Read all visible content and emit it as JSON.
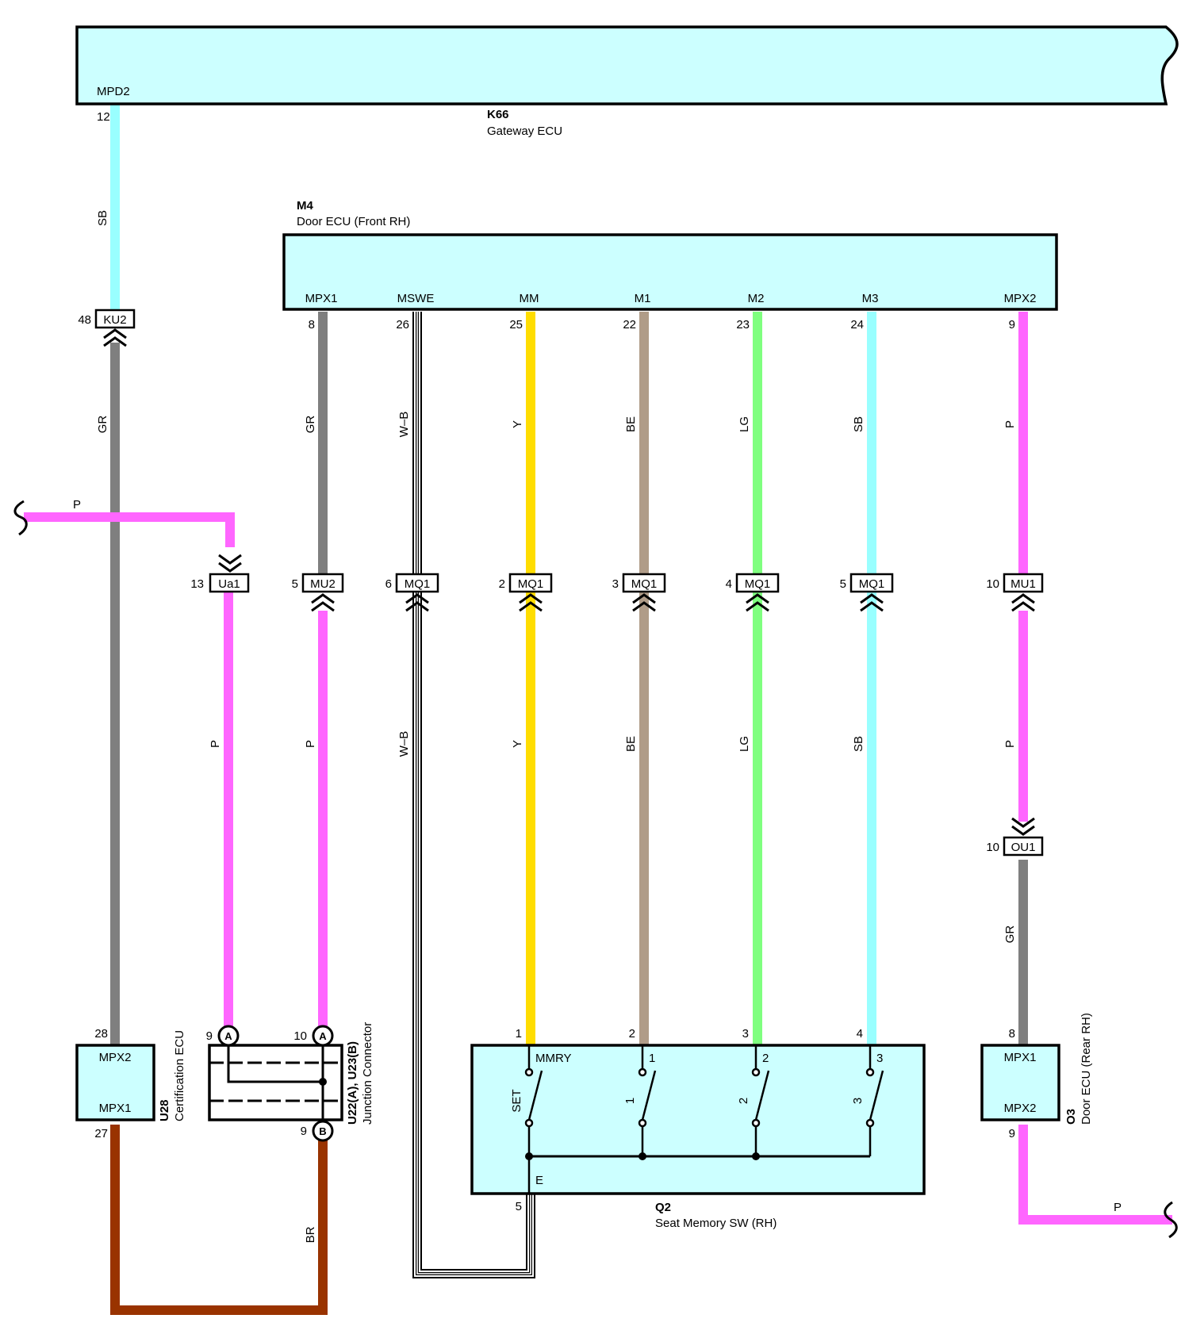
{
  "colors": {
    "SB": "#99ffff",
    "GR": "#7f7f7f",
    "P": "#ff66ff",
    "Y": "#ffdd00",
    "BE": "#b09c88",
    "LG": "#7fff7f",
    "BR": "#993300",
    "W-B": "#ffffff",
    "component_fill": "#ccffff"
  },
  "components": {
    "k66": {
      "code": "K66",
      "name": "Gateway ECU",
      "pin_label": "MPD2",
      "pin_no": "12"
    },
    "m4": {
      "code": "M4",
      "name": "Door ECU (Front RH)",
      "pins": [
        {
          "label": "MPX1",
          "no": "8"
        },
        {
          "label": "MSWE",
          "no": "26"
        },
        {
          "label": "MM",
          "no": "25"
        },
        {
          "label": "M1",
          "no": "22"
        },
        {
          "label": "M2",
          "no": "23"
        },
        {
          "label": "M3",
          "no": "24"
        },
        {
          "label": "MPX2",
          "no": "9"
        }
      ]
    },
    "u28": {
      "code": "U28",
      "name": "Certification ECU",
      "pin_top_label": "MPX2",
      "pin_top_no": "28",
      "pin_bot_label": "MPX1",
      "pin_bot_no": "27"
    },
    "u22": {
      "code": "U22(A), U23(B)",
      "name": "Junction Connector",
      "pin_a1_no": "9",
      "pin_a2_no": "10",
      "pin_b_no": "9",
      "tag_a": "A",
      "tag_b": "B"
    },
    "q2": {
      "code": "Q2",
      "name": "Seat Memory SW (RH)",
      "pins": [
        "1",
        "2",
        "3",
        "4"
      ],
      "ground_pin": "5",
      "ground_label": "E",
      "switches": [
        {
          "top": "MMRY",
          "side": "SET"
        },
        {
          "top": "1",
          "side": "1"
        },
        {
          "top": "2",
          "side": "2"
        },
        {
          "top": "3",
          "side": "3"
        }
      ]
    },
    "o3": {
      "code": "O3",
      "name": "Door ECU (Rear RH)",
      "pin_top_label": "MPX1",
      "pin_top_no": "8",
      "pin_bot_label": "MPX2",
      "pin_bot_no": "9"
    }
  },
  "connectors": {
    "ku2": {
      "name": "KU2",
      "pin": "48"
    },
    "ua1": {
      "name": "Ua1",
      "pin": "13"
    },
    "mu2": {
      "name": "MU2",
      "pin": "5"
    },
    "mq1_6": {
      "name": "MQ1",
      "pin": "6"
    },
    "mq1_2": {
      "name": "MQ1",
      "pin": "2"
    },
    "mq1_3": {
      "name": "MQ1",
      "pin": "3"
    },
    "mq1_4": {
      "name": "MQ1",
      "pin": "4"
    },
    "mq1_5": {
      "name": "MQ1",
      "pin": "5"
    },
    "mu1": {
      "name": "MU1",
      "pin": "10"
    },
    "ou1": {
      "name": "OU1",
      "pin": "10"
    }
  },
  "wire_labels": {
    "sb_top": "SB",
    "gr_left": "GR",
    "p_branch": "P",
    "p_ua1": "P",
    "gr_mpx1": "GR",
    "p_mu2": "P",
    "wb_top": "W–B",
    "wb_bot": "W–B",
    "y_top": "Y",
    "y_bot": "Y",
    "be_top": "BE",
    "be_bot": "BE",
    "lg_top": "LG",
    "lg_bot": "LG",
    "sb_m3_top": "SB",
    "sb_m3_bot": "SB",
    "p_mpx2_top": "P",
    "p_mu1": "P",
    "gr_o3": "GR",
    "br": "BR",
    "p_out": "P"
  }
}
